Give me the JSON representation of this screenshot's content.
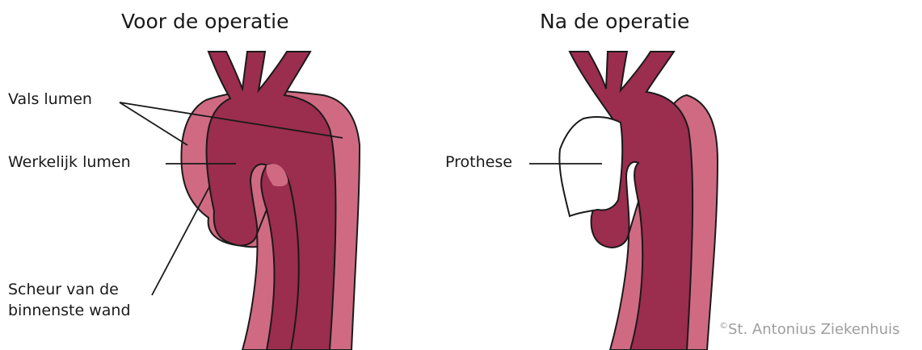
{
  "titles": {
    "before": "Voor de operatie",
    "after": "Na de operatie"
  },
  "labels": {
    "false_lumen": "Vals lumen",
    "true_lumen": "Werkelijk lumen",
    "tear_line1": "Scheur van de",
    "tear_line2": "binnenste wand",
    "prosthesis": "Prothese"
  },
  "credit": {
    "symbol": "©",
    "text": "St. Antonius Ziekenhuis"
  },
  "colors": {
    "true_lumen": "#9b2d4e",
    "false_lumen": "#d06a82",
    "prosthesis": "#ffffff",
    "outline": "#1a1a1a",
    "credit": "#9e9e9e"
  }
}
